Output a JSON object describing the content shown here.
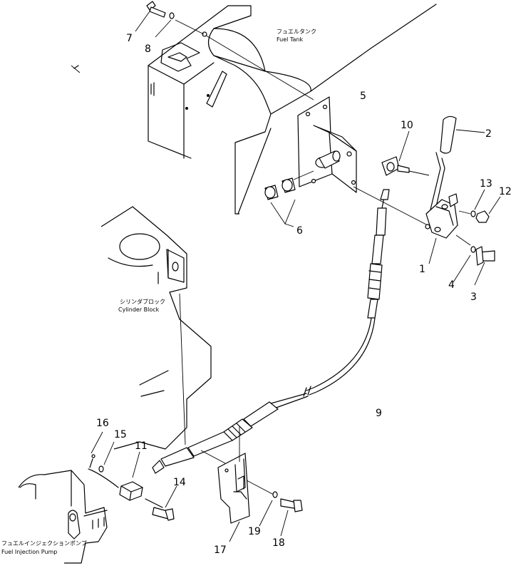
{
  "labels": {
    "fuel_tank_jp": "フュエルタンク",
    "fuel_tank_en": "Fuel  Tank",
    "cylinder_block_jp": "シリンダブロック",
    "cylinder_block_en": "Cylinder  Block",
    "injection_pump_jp": "フュエルインジェクションポンプ",
    "injection_pump_en": "Fuel  Injection  Pump"
  },
  "part_numbers": {
    "p1": "1",
    "p2": "2",
    "p3": "3",
    "p4": "4",
    "p5": "5",
    "p6": "6",
    "p7": "7",
    "p8": "8",
    "p9": "9",
    "p10": "10",
    "p11": "11",
    "p12": "12",
    "p13": "13",
    "p14": "14",
    "p15": "15",
    "p16": "16",
    "p17": "17",
    "p18": "18",
    "p19": "19"
  }
}
